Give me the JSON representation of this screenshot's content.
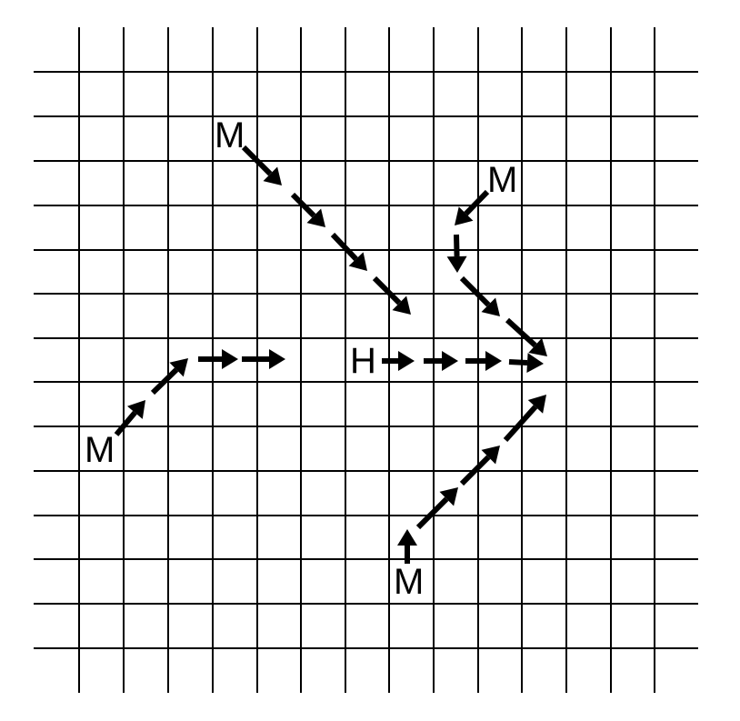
{
  "diagram": {
    "labels": {
      "h": "H",
      "m_top": "M",
      "m_right": "M",
      "m_left": "M",
      "m_bottom": "M"
    },
    "colors": {
      "line": "#000000",
      "background": "#ffffff"
    }
  }
}
